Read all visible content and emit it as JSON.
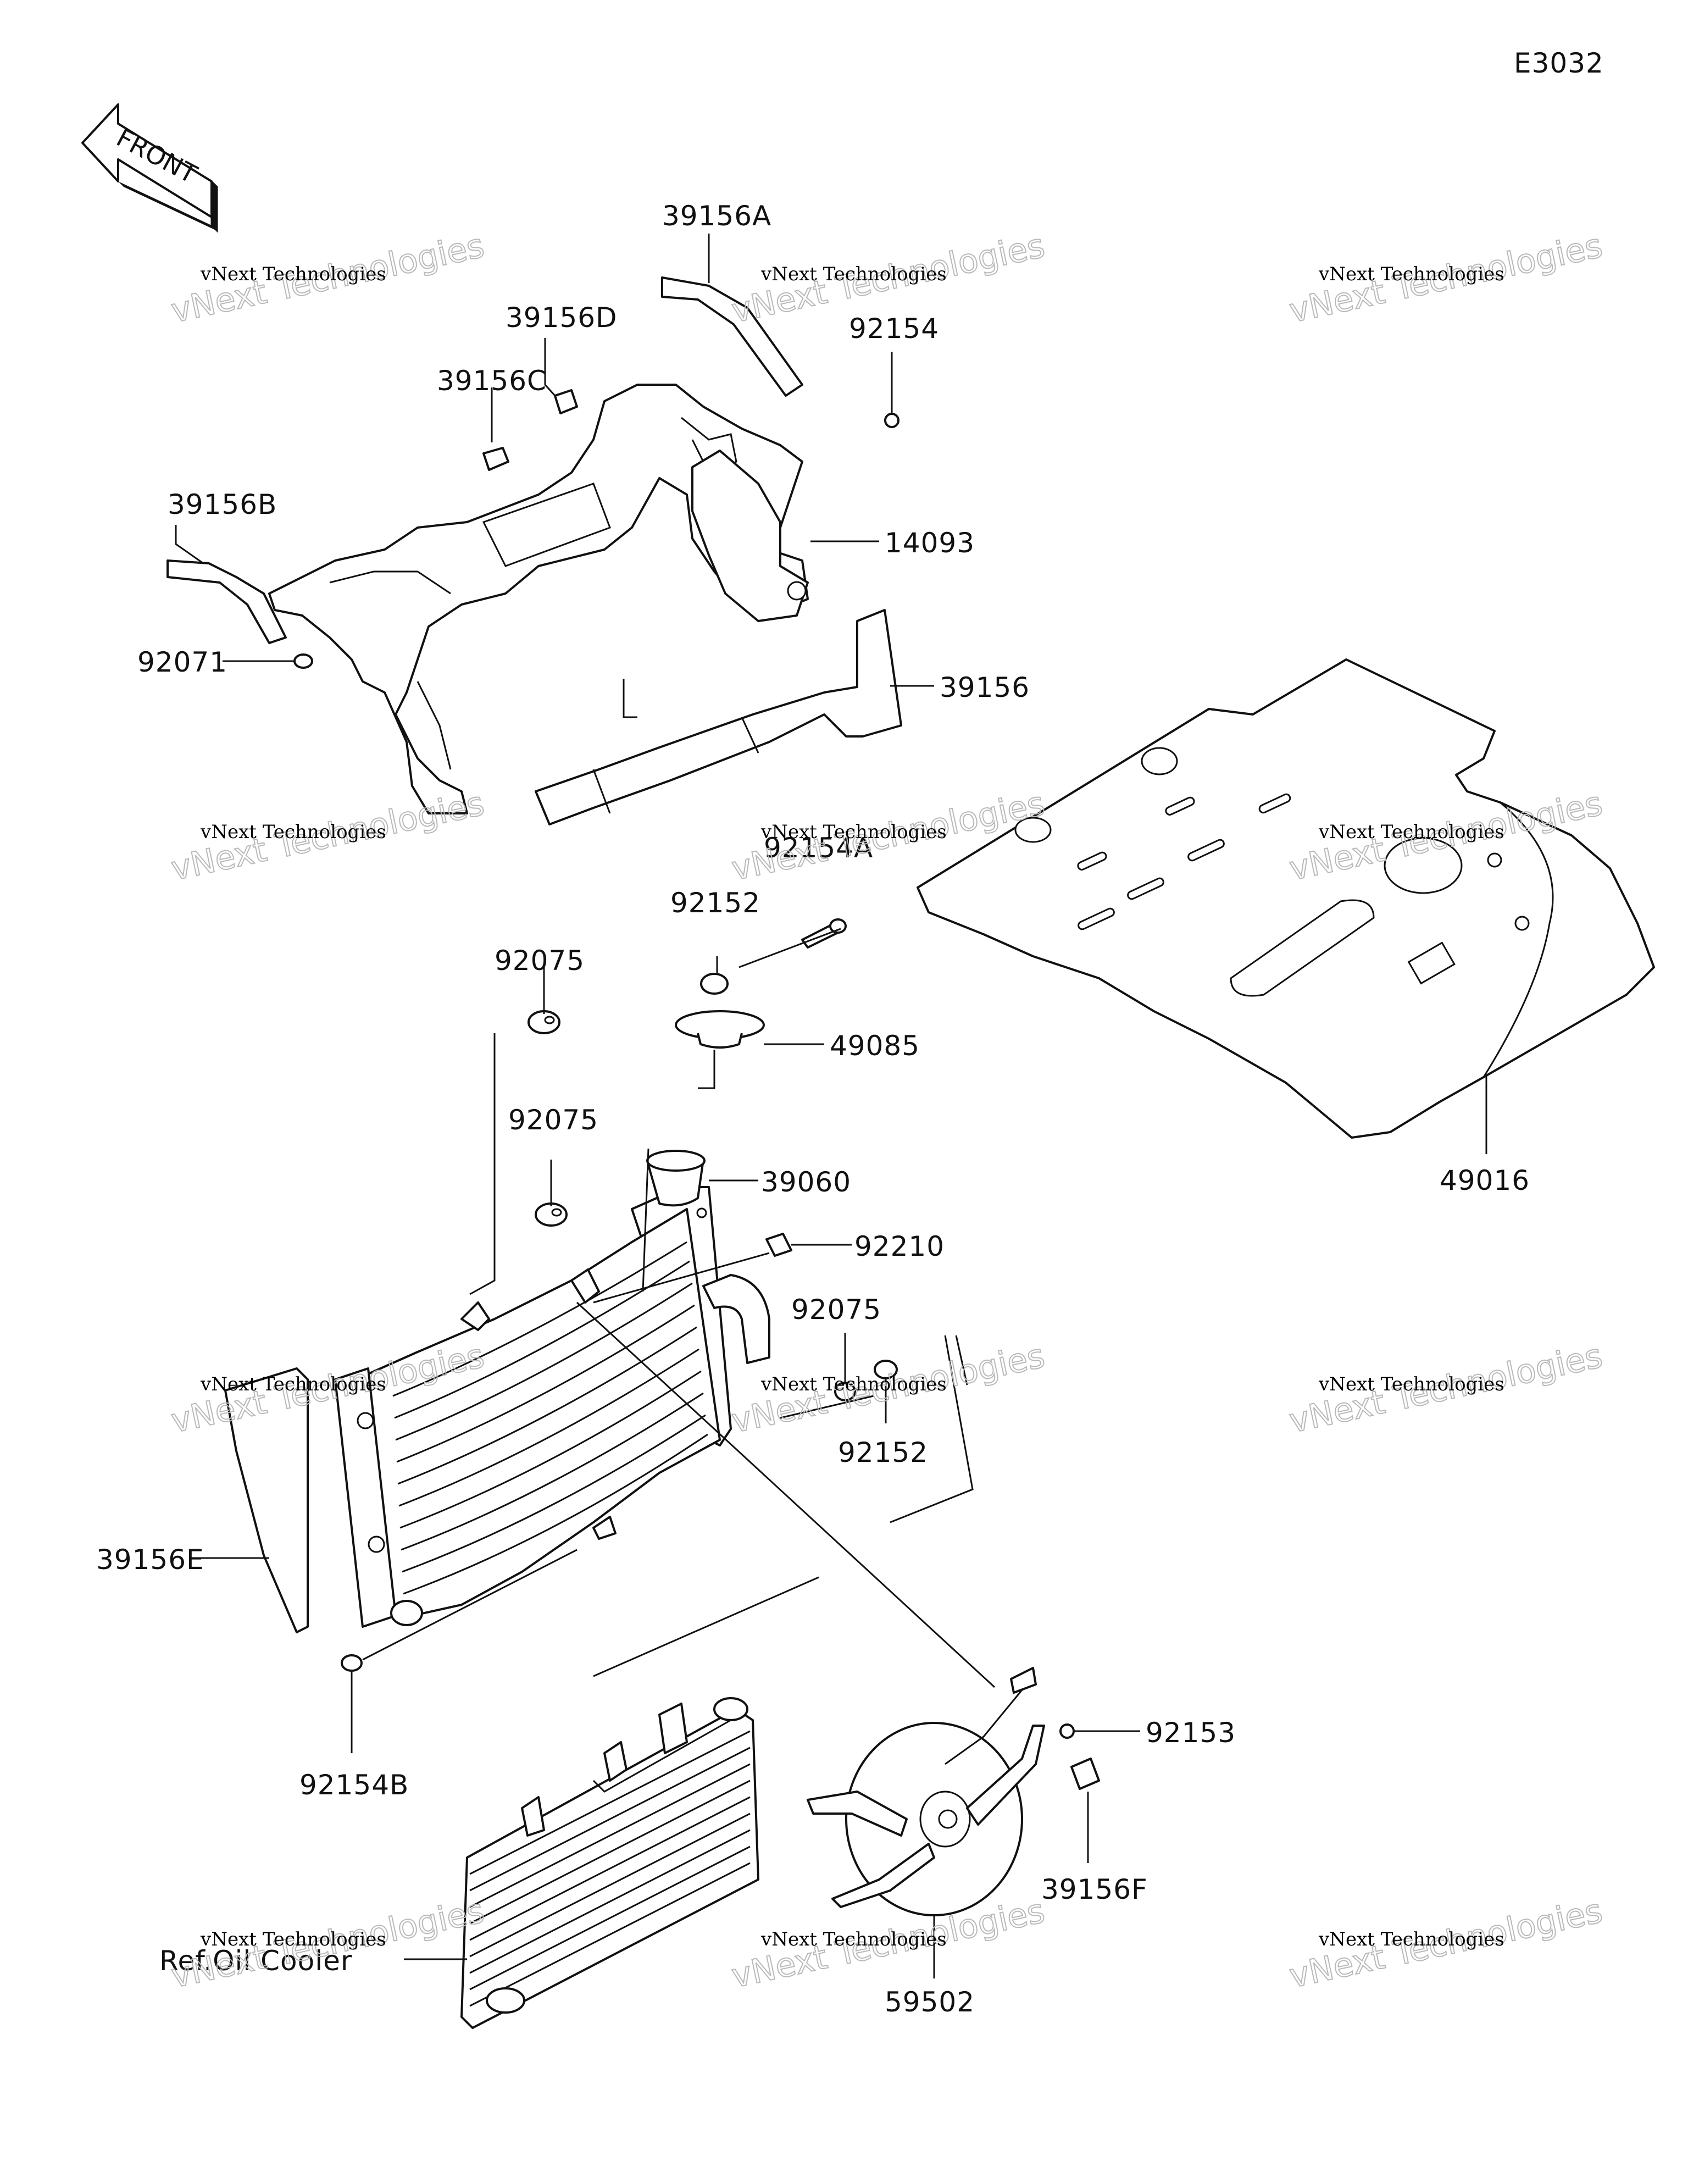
{
  "diagram_code": "E3032",
  "front_label": "FRONT",
  "watermark": {
    "line1": "vNext Technologies",
    "line2": "vNext Technologies",
    "tag": "vNext"
  },
  "callouts": {
    "p39156A": "39156A",
    "p39156D": "39156D",
    "p39156C": "39156C",
    "p92154": "92154",
    "p39156B": "39156B",
    "p14093": "14093",
    "p92071": "92071",
    "p39156": "39156",
    "p92154A": "92154A",
    "p92152_top": "92152",
    "p92075_a": "92075",
    "p49085": "49085",
    "p92075_b": "92075",
    "p39060": "39060",
    "p92210": "92210",
    "p92075_c": "92075",
    "p92152_mid": "92152",
    "p39156E": "39156E",
    "p92154B": "92154B",
    "p92153": "92153",
    "p39156F": "39156F",
    "p59502": "59502",
    "p49016": "49016",
    "ref_oil_cooler": "Ref.Oil Cooler"
  }
}
